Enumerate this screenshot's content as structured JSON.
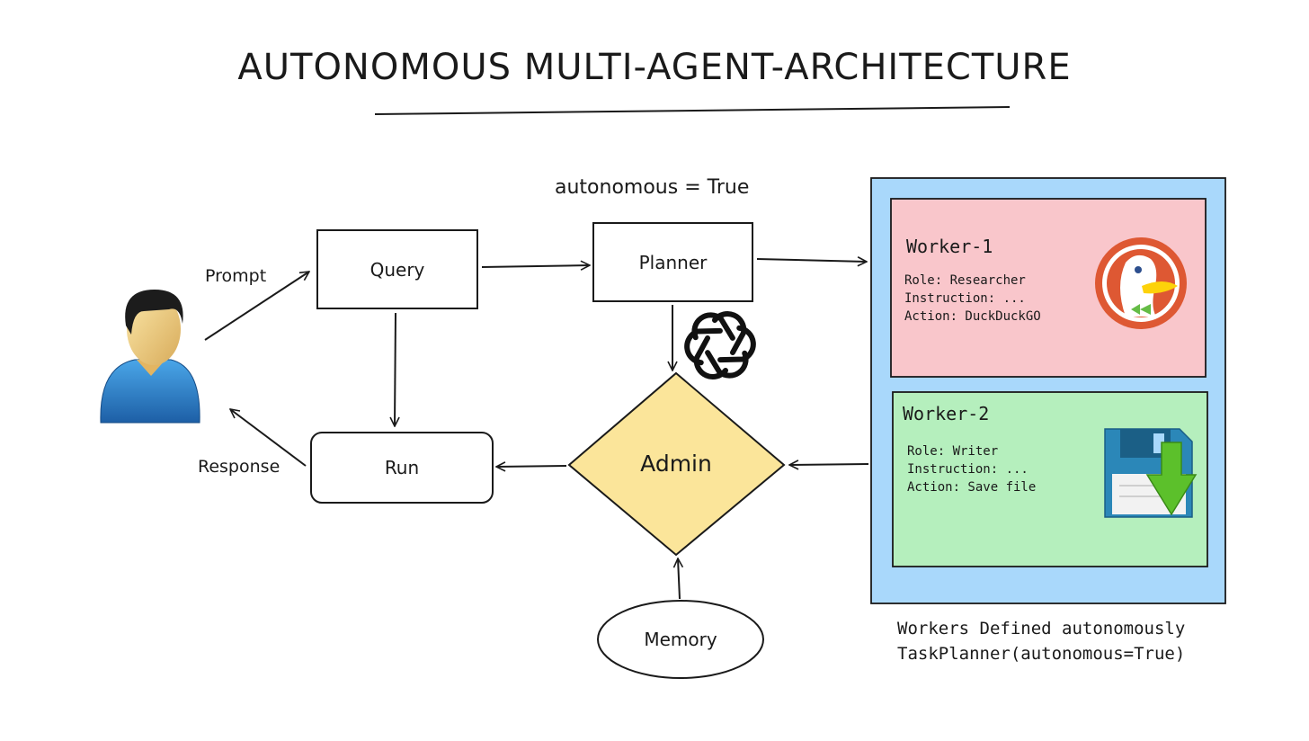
{
  "title": "AUTONOMOUS MULTI-AGENT-ARCHITECTURE",
  "nodes": {
    "query": "Query",
    "planner": "Planner",
    "run": "Run",
    "admin": "Admin",
    "memory": "Memory"
  },
  "edge_labels": {
    "prompt": "Prompt",
    "response": "Response",
    "autonomous": "autonomous = True"
  },
  "workers": [
    {
      "name": "Worker-1",
      "role": "Role: Researcher",
      "instruction": "Instruction: ...",
      "action": "Action: DuckDuckGO",
      "color": "#f9c6cb",
      "icon": "duckduckgo-icon"
    },
    {
      "name": "Worker-2",
      "role": "Role: Writer",
      "instruction": "Instruction: ...",
      "action": "Action: Save file",
      "color": "#b5efbd",
      "icon": "save-file-icon"
    }
  ],
  "workers_container_color": "#a9d8fb",
  "admin_color": "#fbe59a",
  "footer": {
    "line1": "Workers Defined autonomously",
    "line2": "TaskPlanner(autonomous=True)"
  },
  "icons": [
    "user-icon",
    "openai-icon",
    "duckduckgo-icon",
    "save-file-icon"
  ]
}
